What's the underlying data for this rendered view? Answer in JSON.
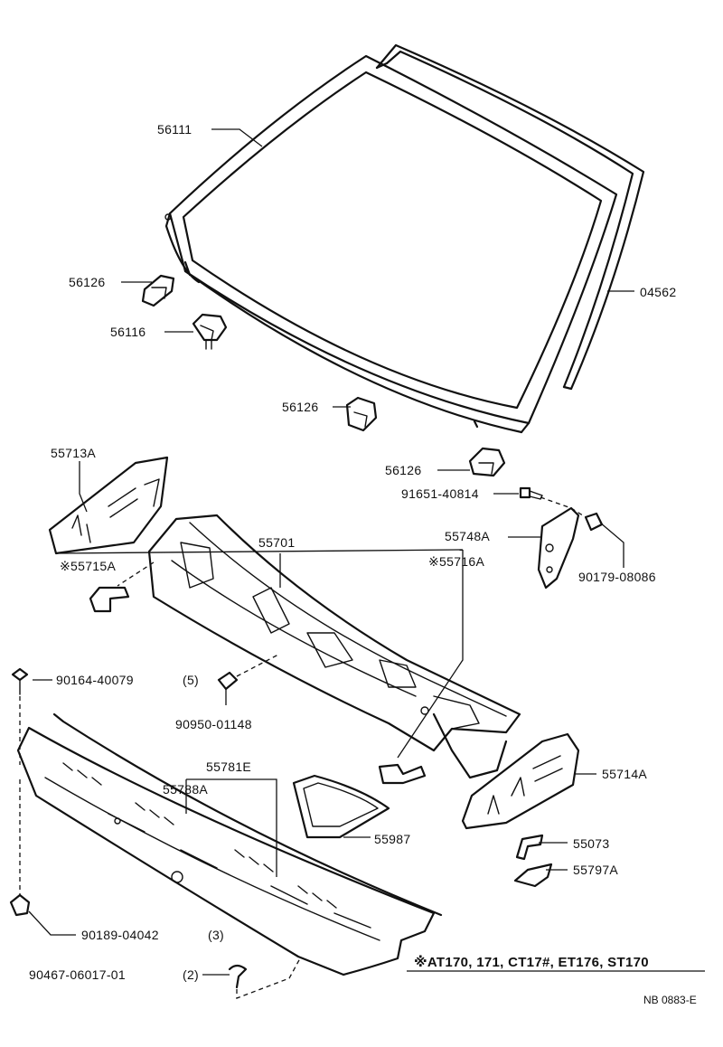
{
  "diagram": {
    "labels": {
      "p56111": "56111",
      "p04562": "04562",
      "p56126_a": "56126",
      "p56116": "56116",
      "p56126_b": "56126",
      "p56126_c": "56126",
      "p91651": "91651-40814",
      "p55748a": "55748A",
      "p90179": "90179-08086",
      "p55713a": "55713A",
      "p55715a": "※55715A",
      "p55701": "55701",
      "p55716a": "※55716A",
      "p90164": "90164-40079",
      "p90164_qty": "(5)",
      "p90950": "90950-01148",
      "p55781e": "55781E",
      "p55788a": "55788A",
      "p55987": "55987",
      "p55714a": "55714A",
      "p55073": "55073",
      "p55797a": "55797A",
      "p90189": "90189-04042",
      "p90189_qty": "(3)",
      "p90467": "90467-06017-01",
      "p90467_qty": "(2)"
    },
    "note": "※AT170, 171, CT17#, ET176, ST170",
    "code": "NB 0883-E"
  }
}
